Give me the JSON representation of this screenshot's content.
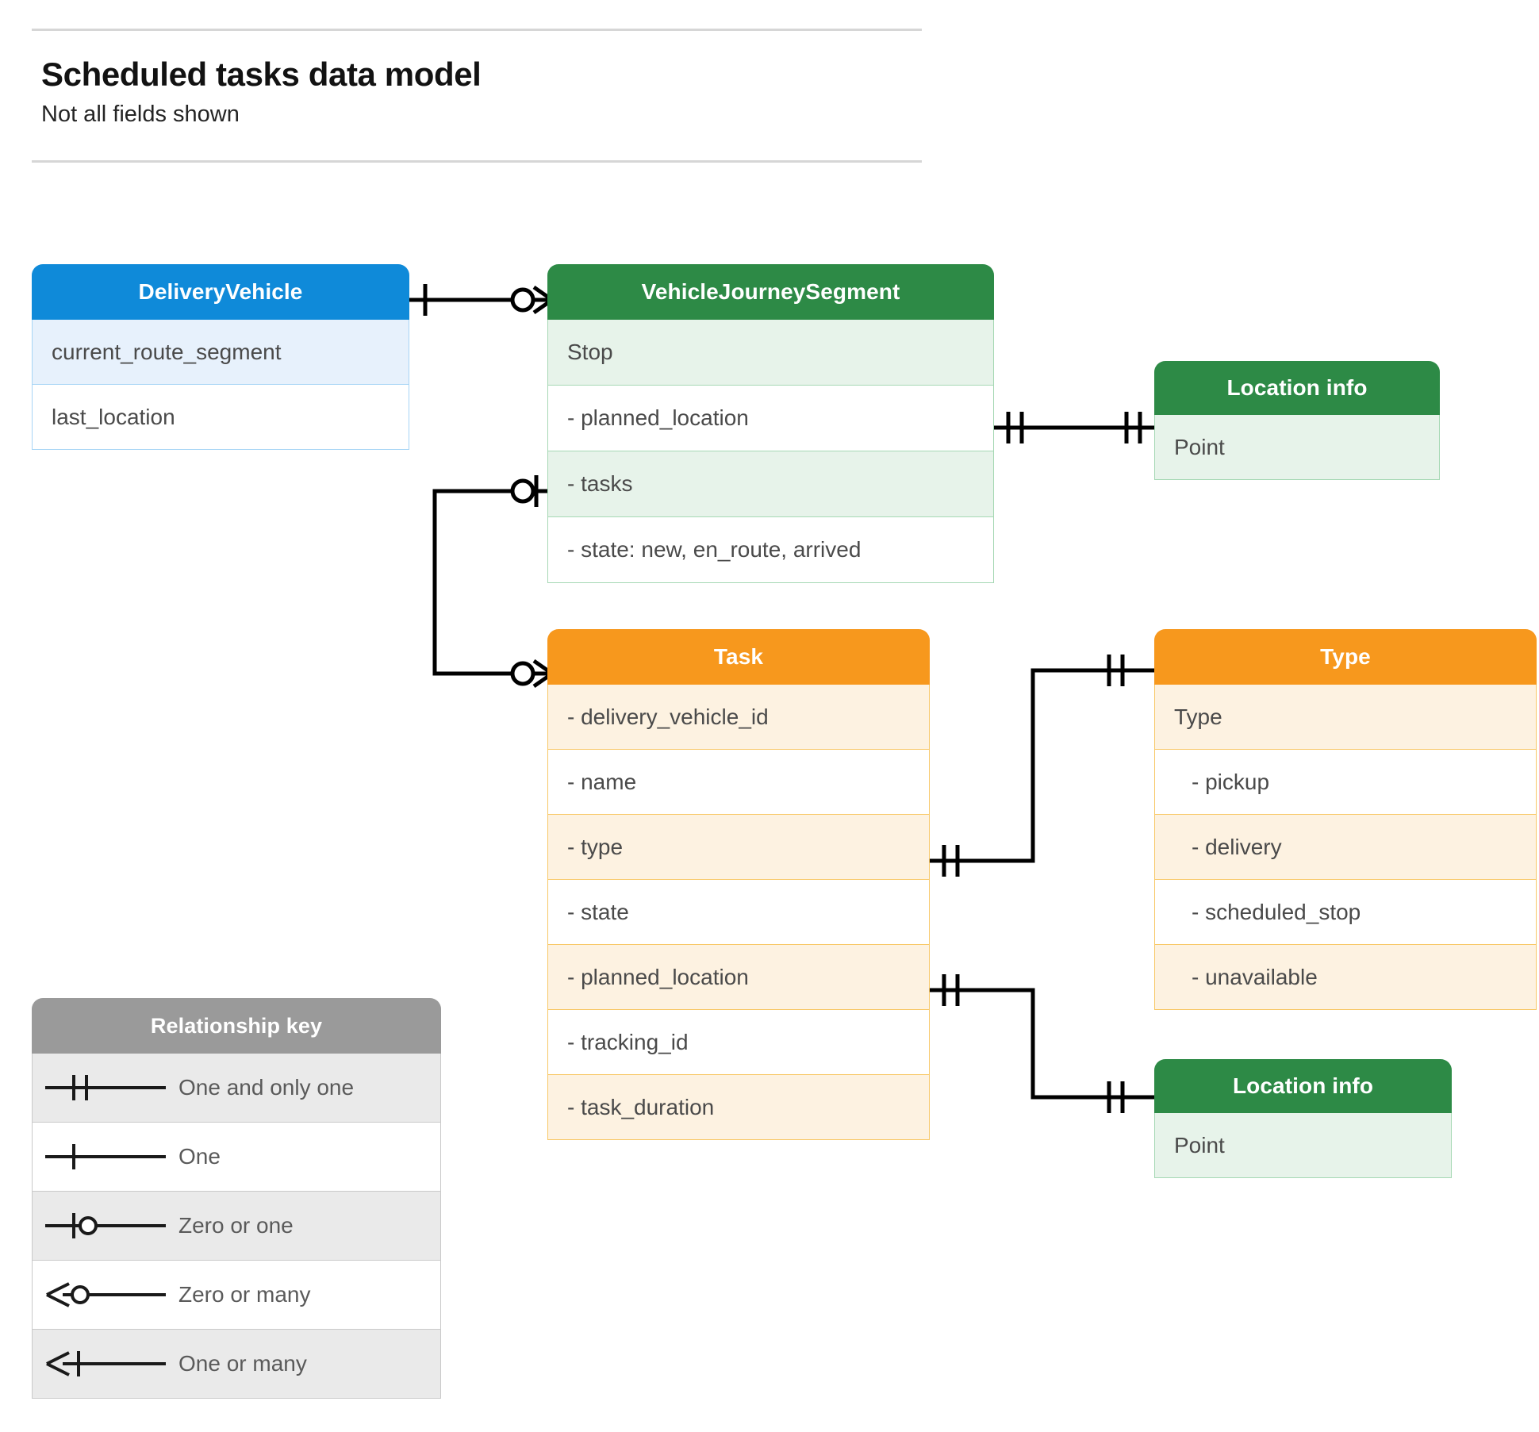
{
  "header": {
    "title": "Scheduled tasks data model",
    "subtitle": "Not all fields shown"
  },
  "colors": {
    "blue_header": "#0f8ad9",
    "blue_row": "#e7f1fc",
    "blue_border": "#a6d4f5",
    "green_header": "#2d8a46",
    "green_row": "#e7f3ea",
    "green_border": "#a6d8b4",
    "orange_header": "#f7981d",
    "orange_row": "#fdf2e1",
    "orange_border": "#f8c867",
    "grey_header": "#9a9a9a",
    "grey_row": "#eaeaea",
    "line": "#000000",
    "text": "#4a4a4a",
    "rule": "#d6d6d6"
  },
  "entities": {
    "delivery_vehicle": {
      "title": "DeliveryVehicle",
      "fields": [
        {
          "label": "current_route_segment"
        },
        {
          "label": "last_location"
        }
      ]
    },
    "vehicle_journey_segment": {
      "title": "VehicleJourneySegment",
      "fields": [
        {
          "label": "Stop"
        },
        {
          "label": "-  planned_location"
        },
        {
          "label": "- tasks"
        },
        {
          "label": "- state: new, en_route, arrived"
        }
      ]
    },
    "location_info_top": {
      "title": "Location info",
      "fields": [
        {
          "label": "Point"
        }
      ]
    },
    "location_info_bottom": {
      "title": "Location info",
      "fields": [
        {
          "label": "Point"
        }
      ]
    },
    "task": {
      "title": "Task",
      "fields": [
        {
          "label": "- delivery_vehicle_id"
        },
        {
          "label": "- name"
        },
        {
          "label": "- type"
        },
        {
          "label": "- state"
        },
        {
          "label": "- planned_location"
        },
        {
          "label": "- tracking_id"
        },
        {
          "label": "- task_duration"
        }
      ]
    },
    "type": {
      "title": "Type",
      "fields": [
        {
          "label": "Type"
        },
        {
          "label": "-  pickup"
        },
        {
          "label": "-  delivery"
        },
        {
          "label": "-  scheduled_stop"
        },
        {
          "label": "-  unavailable"
        }
      ]
    }
  },
  "legend": {
    "title": "Relationship key",
    "items": [
      {
        "symbol": "one-and-only-one",
        "label": "One and only one"
      },
      {
        "symbol": "one",
        "label": "One"
      },
      {
        "symbol": "zero-or-one",
        "label": "Zero or one"
      },
      {
        "symbol": "zero-or-many",
        "label": "Zero or many"
      },
      {
        "symbol": "one-or-many",
        "label": "One or many"
      }
    ]
  },
  "relationships": [
    {
      "name": "deliveryvehicle-to-vehiclejourneysegment",
      "from": "DeliveryVehicle",
      "to": "VehicleJourneySegment",
      "from_cardinality": "One",
      "to_cardinality": "Zero or many"
    },
    {
      "name": "plannedlocation-to-locationinfo",
      "from": "VehicleJourneySegment.planned_location",
      "to": "Location info",
      "from_cardinality": "One and only one",
      "to_cardinality": "One and only one"
    },
    {
      "name": "tasks-to-task",
      "from": "VehicleJourneySegment.tasks",
      "to": "Task",
      "from_cardinality": "Zero or one",
      "to_cardinality": "Zero or many"
    },
    {
      "name": "tasktype-to-type",
      "from": "Task.type",
      "to": "Type",
      "from_cardinality": "One and only one",
      "to_cardinality": "One and only one"
    },
    {
      "name": "taskplannedlocation-to-locationinfo",
      "from": "Task.planned_location",
      "to": "Location info",
      "from_cardinality": "One and only one",
      "to_cardinality": "One and only one"
    }
  ]
}
